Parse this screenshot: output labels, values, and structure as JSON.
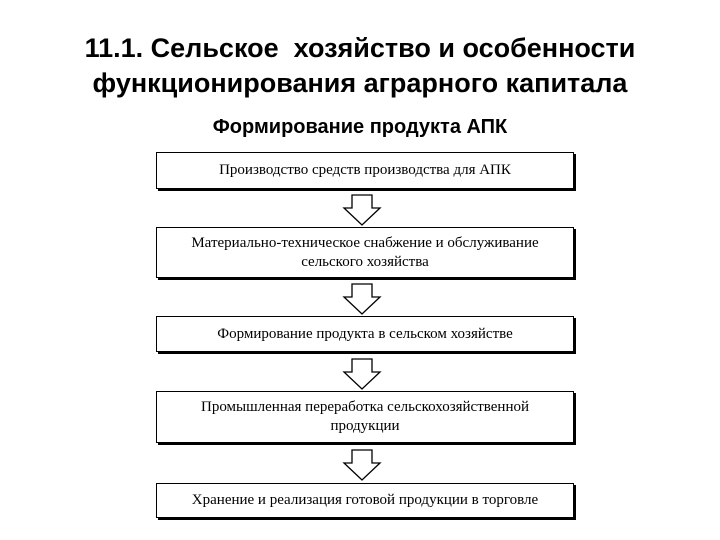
{
  "title": {
    "line1": "11.1. Сельское  хозяйство и особенности",
    "line2": "функционирования аграрного капитала"
  },
  "subtitle": "Формирование продукта АПК",
  "steps": [
    {
      "label": "Производство средств производства для АПК"
    },
    {
      "label": "Материально-техническое снабжение и обслуживание сельского хозяйства"
    },
    {
      "label": "Формирование продукта в сельском хозяйстве"
    },
    {
      "label": "Промышленная переработка сельскохозяйственной продукции"
    },
    {
      "label": "Хранение и реализация готовой продукции в торговле"
    }
  ],
  "arrow_icon": "hollow-down-arrow-icon"
}
